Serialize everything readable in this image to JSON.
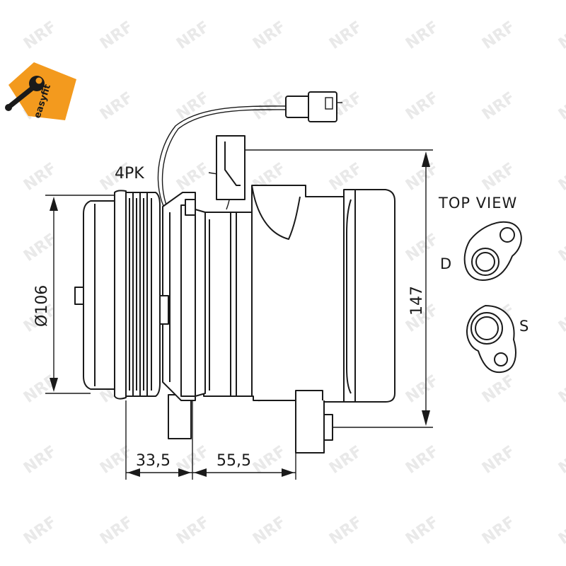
{
  "badge": {
    "text": "easyfit",
    "color": "#f39a1e",
    "icon": "wrench-icon"
  },
  "watermark": {
    "text": "NRF",
    "color": "#e9e9e9"
  },
  "labels": {
    "pulley_grooves": "4PK",
    "diameter": "Ø106",
    "height": "147",
    "width_front": "33,5",
    "width_body": "55,5",
    "top_view": "TOP VIEW",
    "discharge": "D",
    "suction": "S"
  },
  "colors": {
    "line": "#1a1a1a",
    "background": "#ffffff"
  }
}
